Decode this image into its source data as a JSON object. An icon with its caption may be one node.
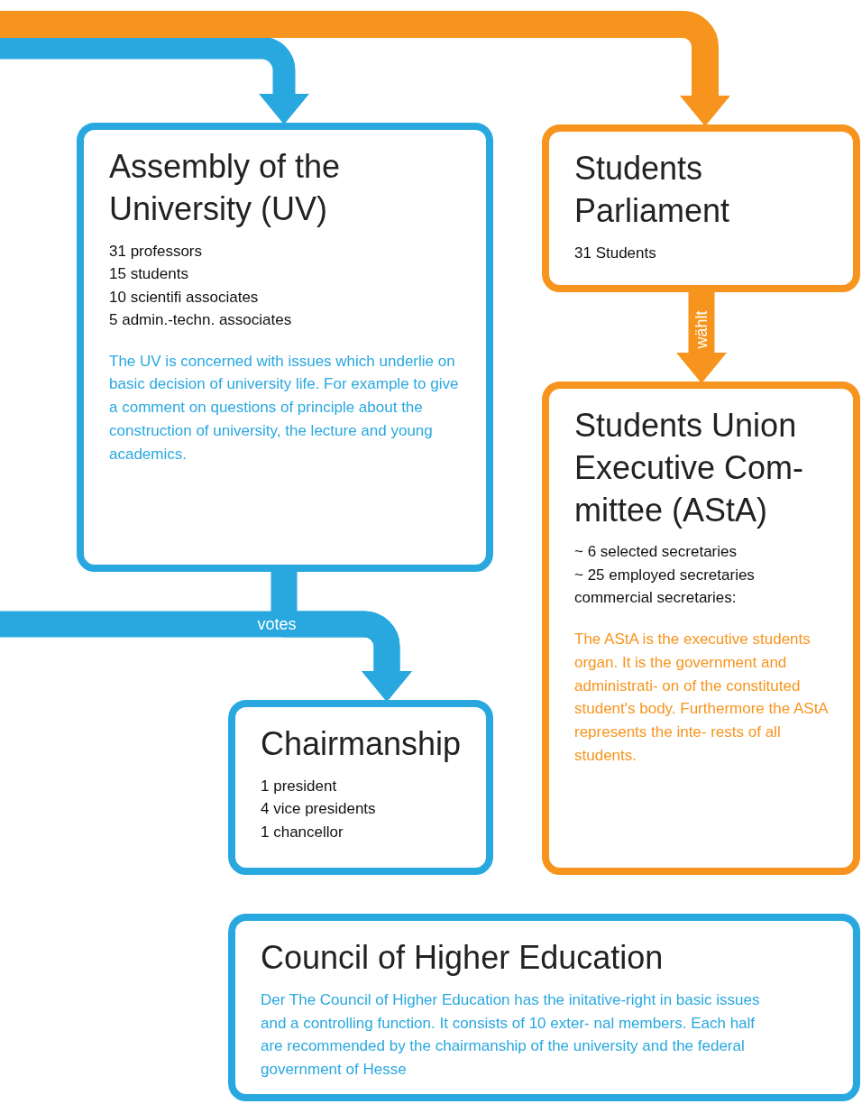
{
  "diagram": {
    "nodes": [
      {
        "text": [
          "Assembly of the University (UV)",
          "31 professors",
          "15 students",
          "10 scientifi associates",
          "5 admin.-techn. associates",
          "The UV is concerned with issues which underlie on basic decision of university life. For example to give a comment on questions of principle about the construction of university, the lecture and young academics."
        ]
      },
      {
        "text": [
          "Students Parliament",
          "31 Students"
        ]
      },
      {
        "text": [
          "Students Union Executive Com- mittee (AStA)",
          "~ 6 selected secretaries",
          "~ 25 employed secretaries",
          "commercial secretaries:",
          "The AStA is the executive students organ. It is the government and administrati- on of the constituted student's body. Furthermore the AStA represents the inte- rests of all students."
        ]
      },
      {
        "text": [
          "Chairmanship",
          "1 president",
          "4 vice presidents",
          "1 chancellor"
        ]
      },
      {
        "text": [
          "Council of Higher Education",
          "Der The Council of Higher Education has the initative-right in basic issues and a controlling function. It consists of 10 exter- nal members. Each half are recommended by the chairmanship of the university and the federal government of Hesse"
        ]
      }
    ],
    "edges": [
      {
        "from": null,
        "to": 0,
        "arrow": "to"
      },
      {
        "from": null,
        "to": 1,
        "arrow": "to",
        "color": "#f7941d"
      },
      {
        "from": 1,
        "to": 2,
        "arrow": "to",
        "label": "wählt",
        "color": "#f7941d"
      },
      {
        "from": 0,
        "to": 3,
        "arrow": "to",
        "label": "votes"
      },
      {
        "from": null,
        "to": 3,
        "arrow": "to"
      }
    ]
  }
}
